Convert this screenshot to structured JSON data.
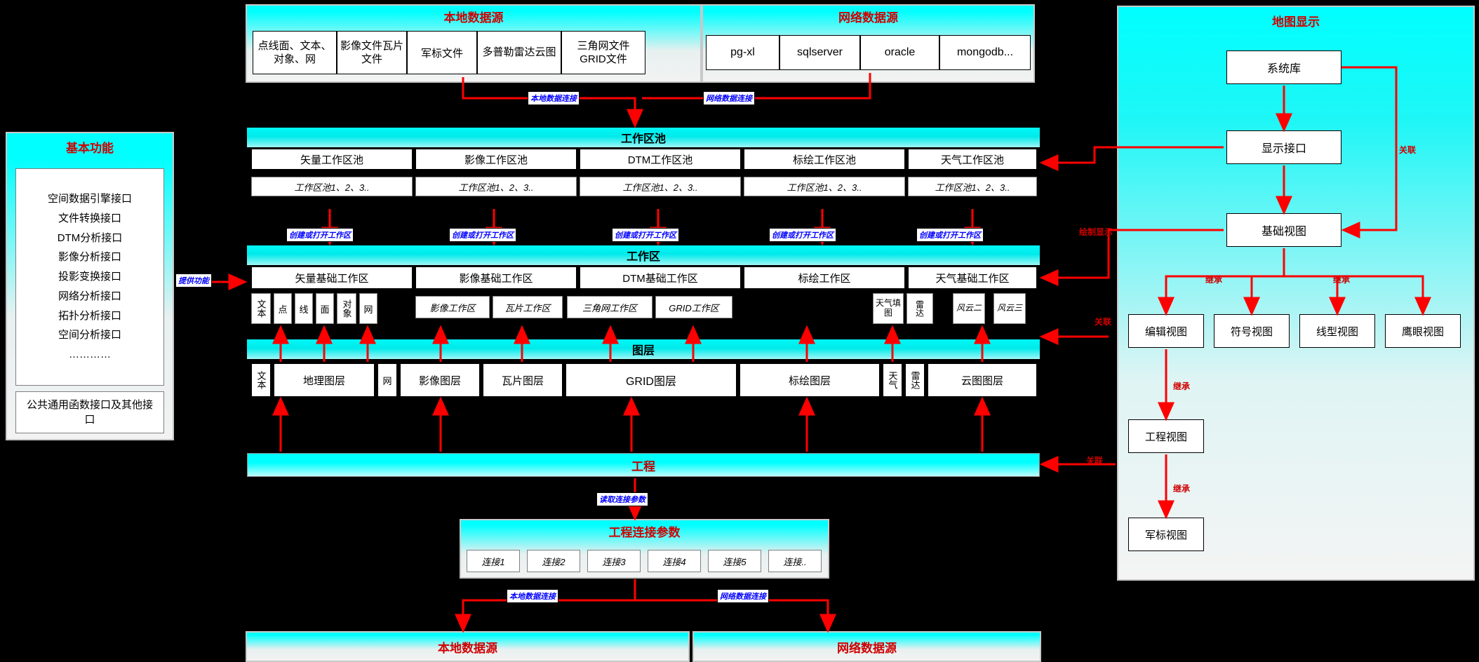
{
  "meta": {
    "bg": "#000000",
    "accent_red": "#d00000",
    "link_blue": "#0000ff",
    "cyan": "#00ffff"
  },
  "local_source": {
    "title": "本地数据源",
    "items": [
      "点线面、文本、对象、网",
      "影像文件瓦片文件",
      "军标文件",
      "多普勒雷达云图",
      "三角网文件GRID文件"
    ]
  },
  "net_source": {
    "title": "网络数据源",
    "items": [
      "pg-xl",
      "sqlserver",
      "oracle",
      "mongodb..."
    ]
  },
  "basic_func": {
    "title": "基本功能",
    "list": [
      "空间数据引擎接口",
      "文件转换接口",
      "DTM分析接口",
      "影像分析接口",
      "投影变换接口",
      "网络分析接口",
      "拓扑分析接口",
      "空间分析接口",
      "…………"
    ],
    "footer": "公共通用函数接口及其他接口"
  },
  "workpool": {
    "title": "工作区池",
    "cols": [
      "矢量工作区池",
      "影像工作区池",
      "DTM工作区池",
      "标绘工作区池",
      "天气工作区池"
    ],
    "sub": [
      "工作区池1、2、3..",
      "工作区池1、2、3..",
      "工作区池1、2、3..",
      "工作区池1、2、3..",
      "工作区池1、2、3.."
    ]
  },
  "workarea": {
    "title": "工作区",
    "cols": [
      "矢量基础工作区",
      "影像基础工作区",
      "DTM基础工作区",
      "标绘工作区",
      "天气基础工作区"
    ],
    "vector_sub": [
      "文本",
      "点",
      "线",
      "面",
      "对象",
      "网"
    ],
    "image_sub": [
      "影像工作区",
      "瓦片工作区"
    ],
    "dtm_sub": [
      "三角网工作区",
      "GRID工作区"
    ],
    "weather_sub": [
      "天气填图",
      "雷达",
      "风云二",
      "风云三"
    ]
  },
  "layers": {
    "title": "图层",
    "items": [
      "文本",
      "地理图层",
      "网",
      "影像图层",
      "瓦片图层",
      "GRID图层",
      "标绘图层",
      "天气",
      "雷达",
      "云图图层"
    ]
  },
  "project": {
    "title": "工程"
  },
  "conn_params": {
    "title": "工程连接参数",
    "items": [
      "连接1",
      "连接2",
      "连接3",
      "连接4",
      "连接5",
      "连接.."
    ]
  },
  "bottom_sources": {
    "local": "本地数据源",
    "net": "网络数据源"
  },
  "map_display": {
    "title": "地图显示",
    "nodes": {
      "sys_lib": "系统库",
      "display_if": "显示接口",
      "base_view": "基础视图",
      "edit_view": "编辑视图",
      "symbol_view": "符号视图",
      "line_view": "线型视图",
      "eagle_view": "鹰眼视图",
      "proj_view": "工程视图",
      "mil_view": "军标视图"
    }
  },
  "labels": {
    "local_conn_top": "本地数据连接",
    "net_conn_top": "网络数据连接",
    "create_open": "创建或打开工作区",
    "provide_func": "提供功能",
    "read_conn": "读取连接参数",
    "local_conn_bottom": "本地数据连接",
    "net_conn_bottom": "网络数据连接",
    "draw_show": "绘制显示",
    "relate": "关联",
    "inherit": "继承"
  }
}
